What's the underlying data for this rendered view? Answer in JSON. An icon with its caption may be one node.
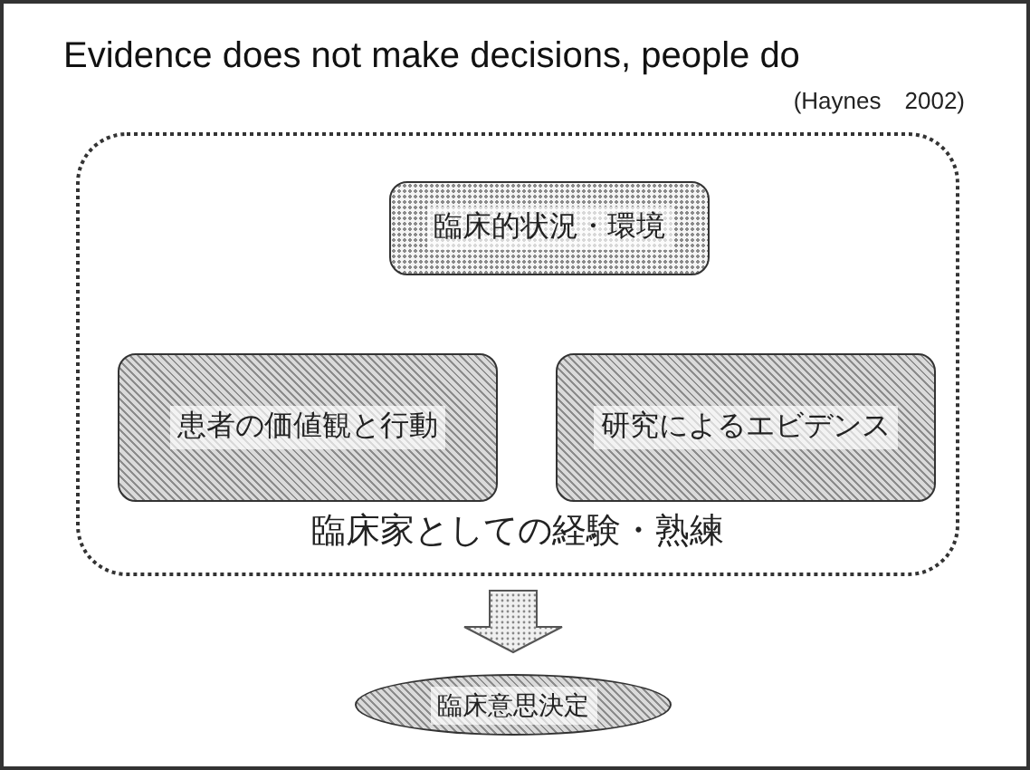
{
  "diagram": {
    "title": "Evidence does not make decisions, people do",
    "nodes": [
      {
        "text": [
          "臨床家としての経験・熟練"
        ]
      },
      {
        "text": [
          "臨床的状況・環境"
        ],
        "in": 0
      },
      {
        "text": [
          "患者の価値観と行動"
        ],
        "in": 0
      },
      {
        "text": [
          "研究によるエビデンス"
        ],
        "in": 0
      },
      {
        "text": [
          "臨床意思決定"
        ]
      }
    ],
    "edges": [
      {
        "from": 0,
        "to": 4,
        "arrow": "to",
        "style": "thick"
      }
    ],
    "labels": [
      "(Haynes　2002)"
    ]
  }
}
